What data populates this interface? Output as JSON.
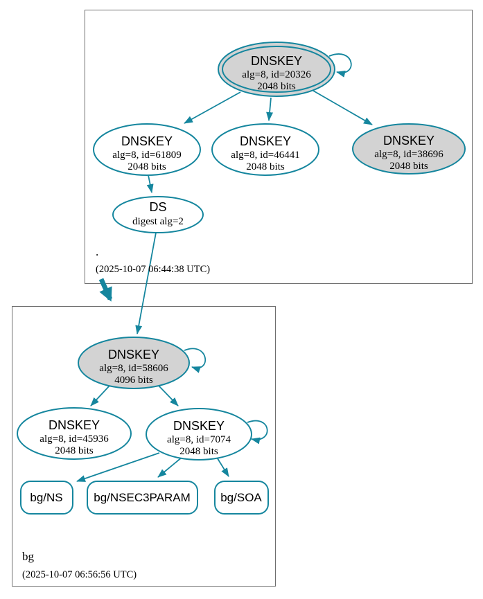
{
  "diagram_type": "dnssec-authentication-chain",
  "colors": {
    "edge_accent": "#15869e",
    "ksk_fill": "#d3d3d3",
    "zsk_fill": "#ffffff",
    "zone_border": "#6e6e6e",
    "text": "#000000"
  },
  "root_zone": {
    "label": ".",
    "timestamp": "(2025-10-07 06:44:38 UTC)",
    "ksk": {
      "title": "DNSKEY",
      "detail": "alg=8, id=20326",
      "bits": "2048 bits"
    },
    "zsk_left": {
      "title": "DNSKEY",
      "detail": "alg=8, id=61809",
      "bits": "2048 bits"
    },
    "zsk_mid": {
      "title": "DNSKEY",
      "detail": "alg=8, id=46441",
      "bits": "2048 bits"
    },
    "zsk_right": {
      "title": "DNSKEY",
      "detail": "alg=8, id=38696",
      "bits": "2048 bits"
    },
    "ds": {
      "title": "DS",
      "detail": "digest alg=2"
    }
  },
  "bg_zone": {
    "label": "bg",
    "timestamp": "(2025-10-07 06:56:56 UTC)",
    "ksk": {
      "title": "DNSKEY",
      "detail": "alg=8, id=58606",
      "bits": "4096 bits"
    },
    "zsk_left": {
      "title": "DNSKEY",
      "detail": "alg=8, id=45936",
      "bits": "2048 bits"
    },
    "zsk_right": {
      "title": "DNSKEY",
      "detail": "alg=8, id=7074",
      "bits": "2048 bits"
    },
    "rrsets": [
      {
        "label": "bg/NS"
      },
      {
        "label": "bg/NSEC3PARAM"
      },
      {
        "label": "bg/SOA"
      }
    ]
  }
}
